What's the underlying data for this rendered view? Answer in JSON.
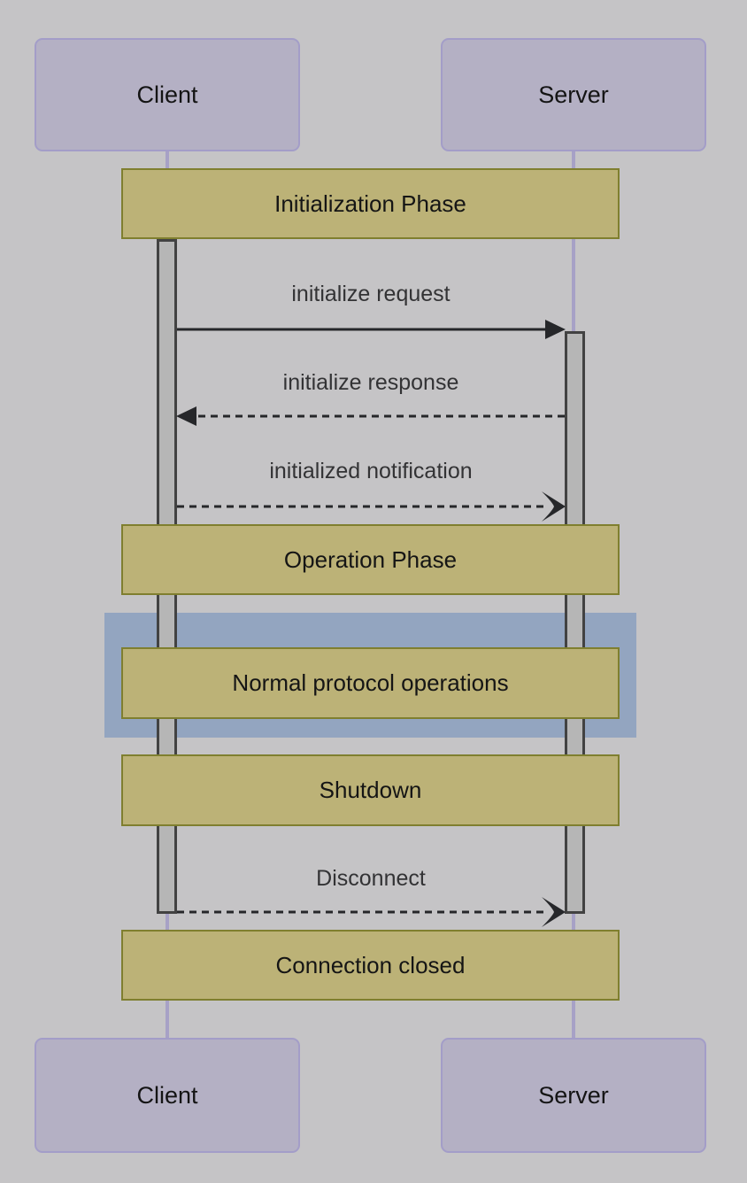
{
  "diagram_type": "sequence-diagram",
  "actors": {
    "top": [
      {
        "label": "Client"
      },
      {
        "label": "Server"
      }
    ],
    "bottom": [
      {
        "label": "Client"
      },
      {
        "label": "Server"
      }
    ]
  },
  "bands": [
    {
      "label": "Initialization Phase"
    },
    {
      "label": "Operation Phase"
    },
    {
      "label": "Normal protocol operations",
      "highlighted": true
    },
    {
      "label": "Shutdown"
    },
    {
      "label": "Connection closed"
    }
  ],
  "messages": [
    {
      "label": "initialize request",
      "from": "Client",
      "to": "Server",
      "line": "solid",
      "arrowhead": "filled"
    },
    {
      "label": "initialize response",
      "from": "Server",
      "to": "Client",
      "line": "dashed",
      "arrowhead": "filled"
    },
    {
      "label": "initialized notification",
      "from": "Client",
      "to": "Server",
      "line": "dashed",
      "arrowhead": "open"
    },
    {
      "label": "Disconnect",
      "from": "Client",
      "to": "Server",
      "line": "dashed",
      "arrowhead": "open"
    }
  ],
  "colors": {
    "background": "#c5c4c6",
    "actor_fill": "#b4b0c4",
    "actor_border": "#a39dc8",
    "lifeline": "#a7a1c6",
    "band_fill": "#bcb277",
    "band_border": "#7f7f2f",
    "activation_fill": "#b6b6b6",
    "activation_border": "#424242",
    "highlight_fill": "#93a5c0",
    "arrow": "#26272a",
    "message_text": "#333335"
  }
}
